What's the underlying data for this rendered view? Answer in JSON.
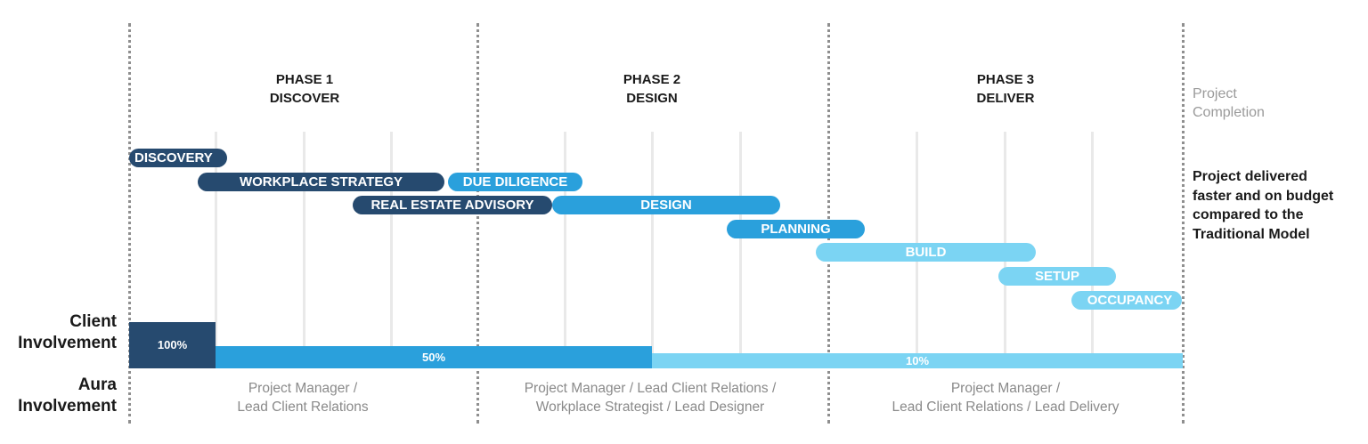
{
  "phases": [
    {
      "number": "PHASE 1",
      "name": "DISCOVER"
    },
    {
      "number": "PHASE 2",
      "name": "DESIGN"
    },
    {
      "number": "PHASE 3",
      "name": "DELIVER"
    }
  ],
  "completion": {
    "label_line1": "Project",
    "label_line2": "Completion"
  },
  "summary": {
    "line1": "Project delivered",
    "line2": "faster and on budget",
    "line3": "compared to the",
    "line4": "Traditional Model"
  },
  "bars": [
    {
      "label": "DISCOVERY",
      "color": "#264a6f"
    },
    {
      "label": "WORKPLACE STRATEGY",
      "color": "#264a6f"
    },
    {
      "label": "DUE DILIGENCE",
      "color": "#2aa0dc"
    },
    {
      "label": "REAL ESTATE ADVISORY",
      "color": "#264a6f"
    },
    {
      "label": "DESIGN",
      "color": "#2aa0dc"
    },
    {
      "label": "PLANNING",
      "color": "#2aa0dc"
    },
    {
      "label": "BUILD",
      "color": "#7bd4f3"
    },
    {
      "label": "SETUP",
      "color": "#7bd4f3"
    },
    {
      "label": "OCCUPANCY",
      "color": "#7bd4f3"
    }
  ],
  "involvement": {
    "client_line1": "Client",
    "client_line2": "Involvement",
    "aura_line1": "Aura",
    "aura_line2": "Involvement",
    "levels": [
      "100%",
      "50%",
      "10%"
    ]
  },
  "roles": [
    {
      "line1": "Project Manager /",
      "line2": "Lead Client Relations"
    },
    {
      "line1": "Project Manager / Lead Client Relations /",
      "line2": "Workplace Strategist / Lead Designer"
    },
    {
      "line1": "Project Manager /",
      "line2": "Lead Client Relations / Lead Delivery"
    }
  ]
}
